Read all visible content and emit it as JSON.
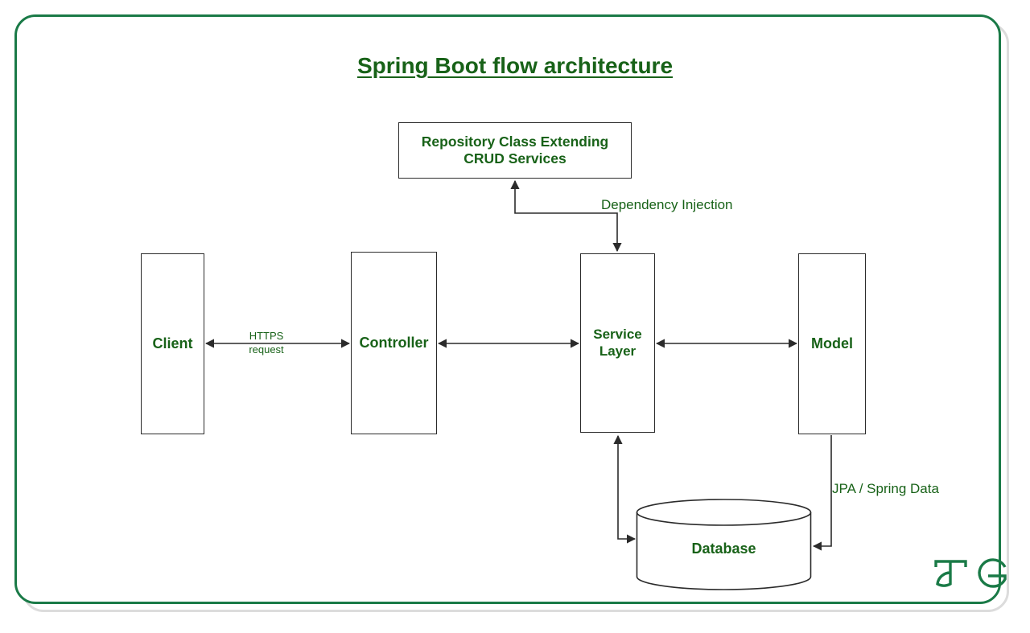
{
  "diagram": {
    "title": "Spring Boot flow architecture",
    "type": "flow-architecture",
    "accent_color": "#186218",
    "frame_color": "#1a7a47",
    "node_border_color": "#2b2b2b",
    "background": "#ffffff",
    "nodes": [
      {
        "id": "repository",
        "label_line1": "Repository Class Extending",
        "label_line2": "CRUD Services",
        "shape": "rectangle"
      },
      {
        "id": "client",
        "label": "Client",
        "shape": "rectangle"
      },
      {
        "id": "controller",
        "label": "Controller",
        "shape": "rectangle"
      },
      {
        "id": "service",
        "label_line1": "Service",
        "label_line2": "Layer",
        "shape": "rectangle"
      },
      {
        "id": "model",
        "label": "Model",
        "shape": "rectangle"
      },
      {
        "id": "database",
        "label": "Database",
        "shape": "cylinder"
      }
    ],
    "edges": [
      {
        "id": "client-controller",
        "from": "client",
        "to": "controller",
        "label_line1": "HTTPS",
        "label_line2": "request",
        "arrows": "both"
      },
      {
        "id": "controller-service",
        "from": "controller",
        "to": "service",
        "label": "",
        "arrows": "both"
      },
      {
        "id": "service-model",
        "from": "service",
        "to": "model",
        "label": "",
        "arrows": "both"
      },
      {
        "id": "repository-service",
        "from": "repository",
        "to": "service",
        "label": "Dependency Injection",
        "arrows": "both"
      },
      {
        "id": "service-database",
        "from": "service",
        "to": "database",
        "label": "",
        "arrows": "both"
      },
      {
        "id": "model-database",
        "from": "model",
        "to": "database",
        "label": "JPA / Spring Data",
        "arrows": "single"
      }
    ]
  },
  "branding": {
    "logo_name": "geeksforgeeks-logo",
    "logo_color": "#1a7a47"
  }
}
